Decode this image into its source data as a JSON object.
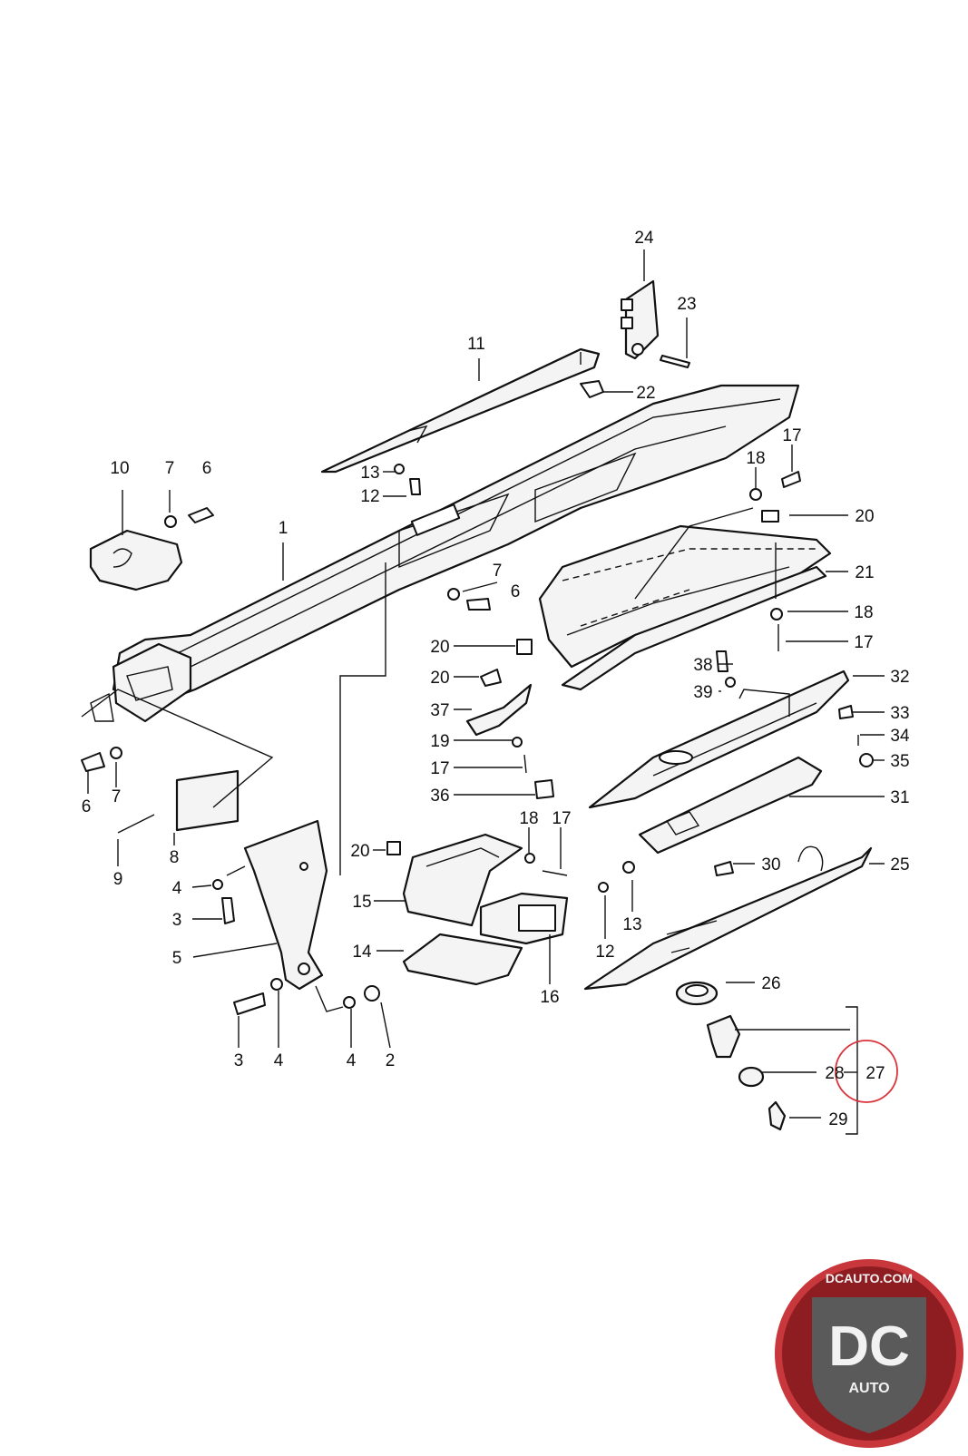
{
  "diagram": {
    "callouts": [
      {
        "id": "c1",
        "text": "1"
      },
      {
        "id": "c2",
        "text": "2"
      },
      {
        "id": "c3a",
        "text": "3"
      },
      {
        "id": "c3b",
        "text": "3"
      },
      {
        "id": "c4a",
        "text": "4"
      },
      {
        "id": "c4b",
        "text": "4"
      },
      {
        "id": "c4c",
        "text": "4"
      },
      {
        "id": "c5",
        "text": "5"
      },
      {
        "id": "c6a",
        "text": "6"
      },
      {
        "id": "c6b",
        "text": "6"
      },
      {
        "id": "c6c",
        "text": "6"
      },
      {
        "id": "c7a",
        "text": "7"
      },
      {
        "id": "c7b",
        "text": "7"
      },
      {
        "id": "c7c",
        "text": "7"
      },
      {
        "id": "c8",
        "text": "8"
      },
      {
        "id": "c9",
        "text": "9"
      },
      {
        "id": "c10",
        "text": "10"
      },
      {
        "id": "c11",
        "text": "11"
      },
      {
        "id": "c12a",
        "text": "12"
      },
      {
        "id": "c12b",
        "text": "12"
      },
      {
        "id": "c13a",
        "text": "13"
      },
      {
        "id": "c13b",
        "text": "13"
      },
      {
        "id": "c14",
        "text": "14"
      },
      {
        "id": "c15",
        "text": "15"
      },
      {
        "id": "c16",
        "text": "16"
      },
      {
        "id": "c17a",
        "text": "17"
      },
      {
        "id": "c17b",
        "text": "17"
      },
      {
        "id": "c17c",
        "text": "17"
      },
      {
        "id": "c17d",
        "text": "17"
      },
      {
        "id": "c18a",
        "text": "18"
      },
      {
        "id": "c18b",
        "text": "18"
      },
      {
        "id": "c18c",
        "text": "18"
      },
      {
        "id": "c19",
        "text": "19"
      },
      {
        "id": "c20a",
        "text": "20"
      },
      {
        "id": "c20b",
        "text": "20"
      },
      {
        "id": "c20c",
        "text": "20"
      },
      {
        "id": "c20d",
        "text": "20"
      },
      {
        "id": "c21",
        "text": "21"
      },
      {
        "id": "c22",
        "text": "22"
      },
      {
        "id": "c23",
        "text": "23"
      },
      {
        "id": "c24",
        "text": "24"
      },
      {
        "id": "c25",
        "text": "25"
      },
      {
        "id": "c26",
        "text": "26"
      },
      {
        "id": "c27",
        "text": "27"
      },
      {
        "id": "c28",
        "text": "28"
      },
      {
        "id": "c29",
        "text": "29"
      },
      {
        "id": "c30",
        "text": "30"
      },
      {
        "id": "c31",
        "text": "31"
      },
      {
        "id": "c32",
        "text": "32"
      },
      {
        "id": "c33",
        "text": "33"
      },
      {
        "id": "c34",
        "text": "34"
      },
      {
        "id": "c35",
        "text": "35"
      },
      {
        "id": "c36",
        "text": "36"
      },
      {
        "id": "c37",
        "text": "37"
      },
      {
        "id": "c38",
        "text": "38"
      },
      {
        "id": "c39",
        "text": "39"
      }
    ],
    "highlighted_part": "27",
    "highlight_color": "#d9343b"
  },
  "logo": {
    "domain_text": "DCAUTO.COM",
    "initials": "DC",
    "word": "AUTO",
    "colors": {
      "ring": "#c8373b",
      "badge": "#8e1d21",
      "shield": "#5a5a5a",
      "letters": "#f2f2f2"
    }
  }
}
